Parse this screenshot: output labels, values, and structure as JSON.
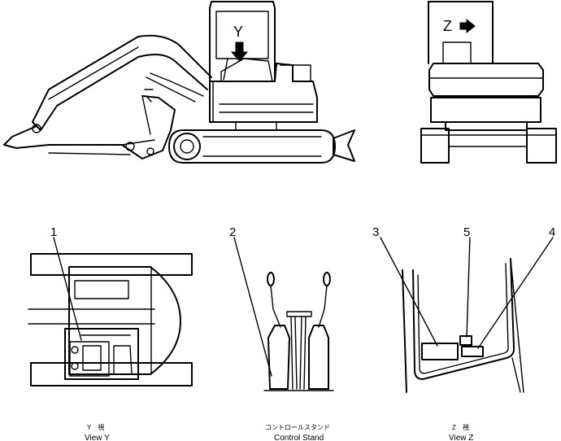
{
  "views": {
    "side_view": {
      "view_marker": "Y"
    },
    "rear_view": {
      "view_marker": "Z"
    },
    "view_y": {
      "callouts": [
        "1"
      ],
      "caption_jp": "Y　視",
      "caption_en": "View  Y"
    },
    "control_stand": {
      "callouts": [
        "2"
      ],
      "caption_jp": "コントロールスタンド",
      "caption_en": "Control Stand"
    },
    "view_z": {
      "callouts": [
        "3",
        "5",
        "4"
      ],
      "caption_jp": "Z　視",
      "caption_en": "View  Z"
    }
  }
}
